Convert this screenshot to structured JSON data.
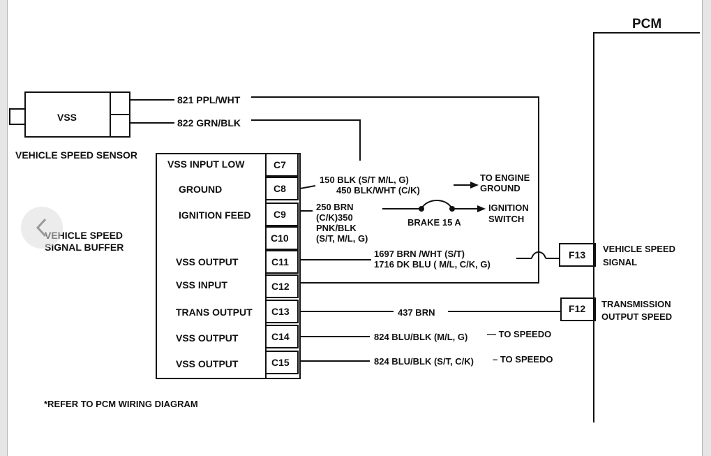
{
  "pcm": {
    "title": "PCM"
  },
  "vss": {
    "label": "VSS",
    "caption": "VEHICLE SPEED SENSOR"
  },
  "buffer": {
    "caption_line1": "VEHICLE SPEED",
    "caption_line2": "SIGNAL BUFFER",
    "rows": [
      {
        "label": "VSS INPUT LOW",
        "pin": "C7"
      },
      {
        "label": "GROUND",
        "pin": "C8"
      },
      {
        "label": "IGNITION FEED",
        "pin": "C9"
      },
      {
        "label": "",
        "pin": "C10"
      },
      {
        "label": "VSS OUTPUT",
        "pin": "C11"
      },
      {
        "label": "VSS INPUT",
        "pin": "C12"
      },
      {
        "label": "TRANS OUTPUT",
        "pin": "C13"
      },
      {
        "label": "VSS OUTPUT",
        "pin": "C14"
      },
      {
        "label": "VSS OUTPUT",
        "pin": "C15"
      }
    ]
  },
  "wires": {
    "w821": "821 PPL/WHT",
    "w822": "822 GRN/BLK",
    "w150": "150 BLK (S/T M/L, G)",
    "w450": "450 BLK/WHT (C/K)",
    "w250_1": "250 BRN",
    "w250_2": "(C/K)350",
    "w250_3": "PNK/BLK",
    "w250_4": "(S/T, M/L, G)",
    "w1697": "1697 BRN /WHT (S/T)",
    "w1716": "1716 DK BLU ( M/L, C/K, G)",
    "w437": "437 BRN",
    "w824a": "824 BLU/BLK (M/L, G)",
    "w824a_dest": "— TO SPEEDO",
    "w824b": "824 BLU/BLK (S/T, C/K)",
    "w824b_dest": "– TO SPEEDO"
  },
  "destinations": {
    "engine_ground_1": "TO ENGINE",
    "engine_ground_2": "GROUND",
    "ignition_1": "IGNITION",
    "ignition_2": "SWITCH",
    "fuse": "BRAKE 15 A"
  },
  "pcm_pins": {
    "f13": "F13",
    "f13_label1": "VEHICLE SPEED",
    "f13_label2": "SIGNAL",
    "f12": "F12",
    "f12_label1": "TRANSMISSION",
    "f12_label2": "OUTPUT SPEED"
  },
  "footnote": "*REFER TO PCM WIRING DIAGRAM",
  "icons": {
    "back": "chevron-left-icon"
  }
}
